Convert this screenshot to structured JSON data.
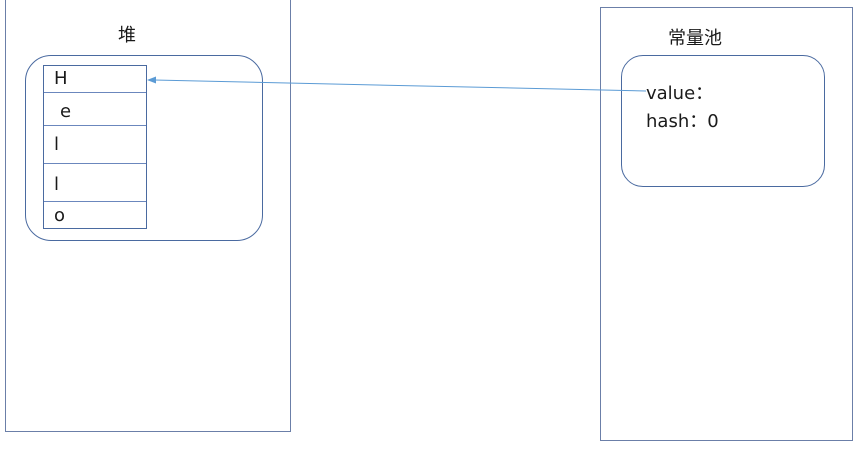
{
  "heap": {
    "title": "堆",
    "chars": [
      "H",
      "e",
      "l",
      "l",
      "o"
    ]
  },
  "constant_pool": {
    "title": "常量池",
    "value_label": "value：",
    "hash_label": "hash：0"
  },
  "colors": {
    "border": "#4a6aa0",
    "arrow": "#5b9bd5"
  }
}
